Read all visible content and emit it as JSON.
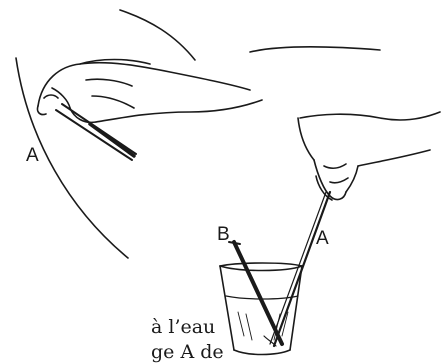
{
  "figure": {
    "label_a_left": "A",
    "label_b": "B",
    "label_a_right": "A",
    "caption_line_1": "à l’eau",
    "caption_line_2": "ge A de"
  },
  "colors": {
    "ink": "#1a1a1a",
    "background": "#ffffff"
  }
}
